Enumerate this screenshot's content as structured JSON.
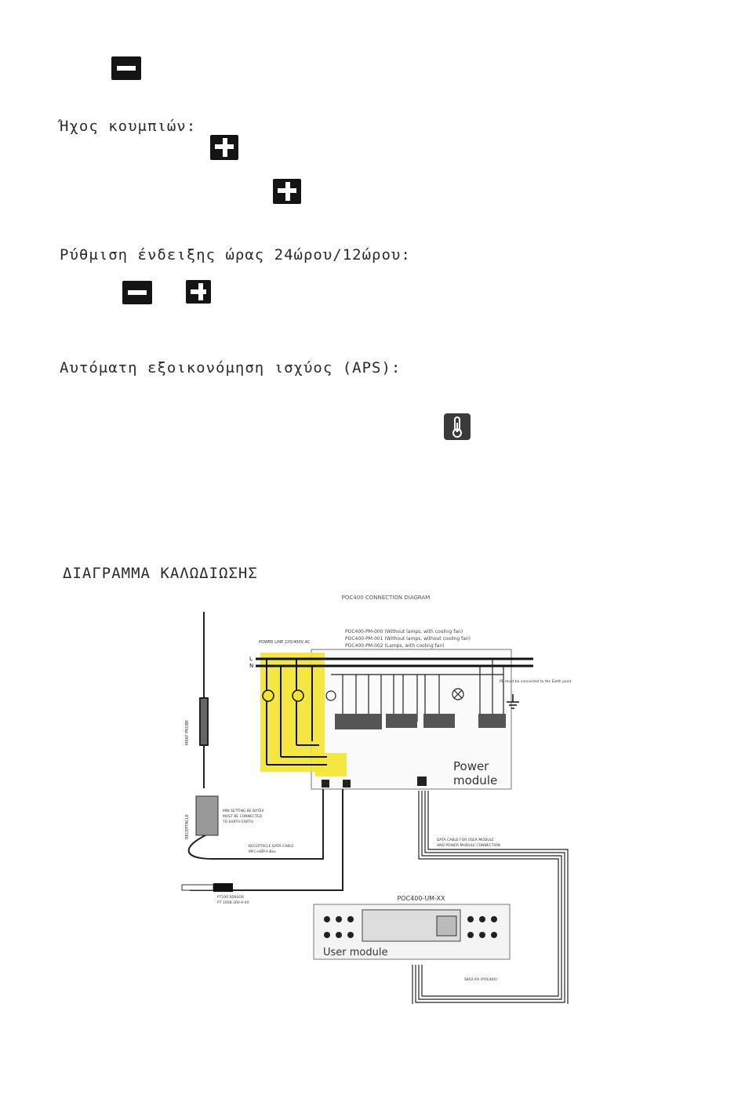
{
  "sections": {
    "button_sound": {
      "heading": "Ήχος κουμπιών:"
    },
    "time_format": {
      "heading": "Ρύθμιση ένδειξης ώρας 24ώρου/12ώρου:"
    },
    "aps": {
      "heading": "Αυτόματη εξοικονόμηση ισχύος (APS):"
    },
    "wiring": {
      "heading": "ΔΙΑΓΡΑΜΜΑ ΚΑΛΩΔΙΩΣΗΣ"
    }
  },
  "icons": {
    "minus": "minus-button-icon",
    "plus": "plus-button-icon",
    "thermometer": "thermometer-icon"
  },
  "diagram": {
    "title": "POC400 CONNECTION DIAGRAM",
    "models": [
      "POC400-PM-000 (Without lamps, with cooling fan)",
      "POC400-PM-001 (Without lamps, without cooling fan)",
      "POC400-PM-002 (Lamps, with cooling fan)"
    ],
    "power_line_label": "POWER LINE 220/400V AC",
    "line_l": "L",
    "line_n": "N",
    "earth_note": "PE must be connected to the Earth point",
    "power_module_line1": "Power",
    "power_module_line2": "module",
    "data_cable_line1": "DATA CABLE FOR USER MODULE",
    "data_cable_line2": "AND POWER MODULE CONNECTION",
    "user_module_model": "POC400-UM-XX",
    "user_module_label": "User module",
    "cable_code": "SK02-XX (POC400)",
    "sensor_line1": "PT100 SENSOR",
    "sensor_line2": "PT 100B-200-X-XX",
    "data_probe_line1": "RECEPTACLE DATA CABLE",
    "data_probe_line2": "MFC-HDP-F-Bxx",
    "earth_probe_line1": "MIN SETTING BE BATEX",
    "earth_probe_line2": "MUST BE CONNECTED",
    "earth_probe_line3": "TO EARTH EARTH",
    "probe_label_1": "RECEPTACLE",
    "probe_label_2": "MEAT PROBE"
  }
}
